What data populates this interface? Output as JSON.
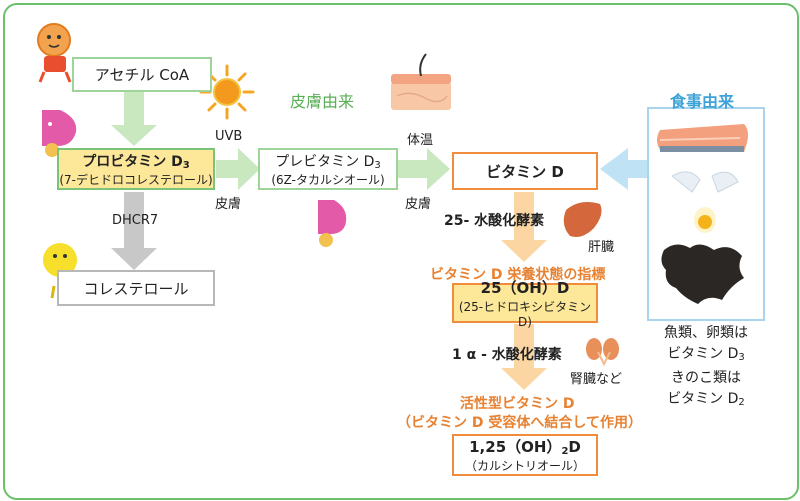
{
  "nodes": {
    "acetyl_coa": "アセチル CoA",
    "provitamin_main": "プロビタミン D",
    "provitamin_sub": "3",
    "provitamin_chem": "(7-デヒドロコレステロール)",
    "previtamin_main": "プレビタミン D",
    "previtamin_sub": "3",
    "previtamin_chem": "(6Z-タカルシオール)",
    "vitamin_d": "ビタミン D",
    "cholesterol": "コレステロール",
    "ohd25_main": "25（OH）D",
    "ohd25_chem": "(25-ヒドロキシビタミン D)",
    "ohd125_pre": "1,25（OH）",
    "ohd125_sub": "2",
    "ohd125_post": "D",
    "ohd125_chem": "（カルシトリオール）"
  },
  "labels": {
    "uvb": "UVB",
    "skin1": "皮膚",
    "skin2": "皮膚",
    "skin_origin": "皮膚由来",
    "body_temp": "体温",
    "dhcr7": "DHCR7",
    "hydroxylase25": "25- 水酸化酵素",
    "liver": "肝臓",
    "status_index": "ビタミン D 栄養状態の指標",
    "hydroxylase1a": "1 α - 水酸化酵素",
    "kidney": "腎臓など",
    "active_title": "活性型ビタミン D",
    "active_desc": "（ビタミン D 受容体へ結合して作用）",
    "food_origin": "食事由来"
  },
  "food_note": {
    "line1": "魚類、卵類は",
    "line2_pre": "ビタミン D",
    "line2_sub": "3",
    "line3": "きのこ類は",
    "line4_pre": "ビタミン D",
    "line4_sub": "2"
  },
  "colors": {
    "green_arrow": "#c9e8c0",
    "gray_arrow": "#c8c8c8",
    "orange_arrow": "#fbd6a2",
    "blue_arrow": "#bfe2f4",
    "highlight_fill": "#fde89a",
    "orange_text": "#e88233",
    "green_text": "#5aae57",
    "blue_text": "#3ea3d8"
  }
}
